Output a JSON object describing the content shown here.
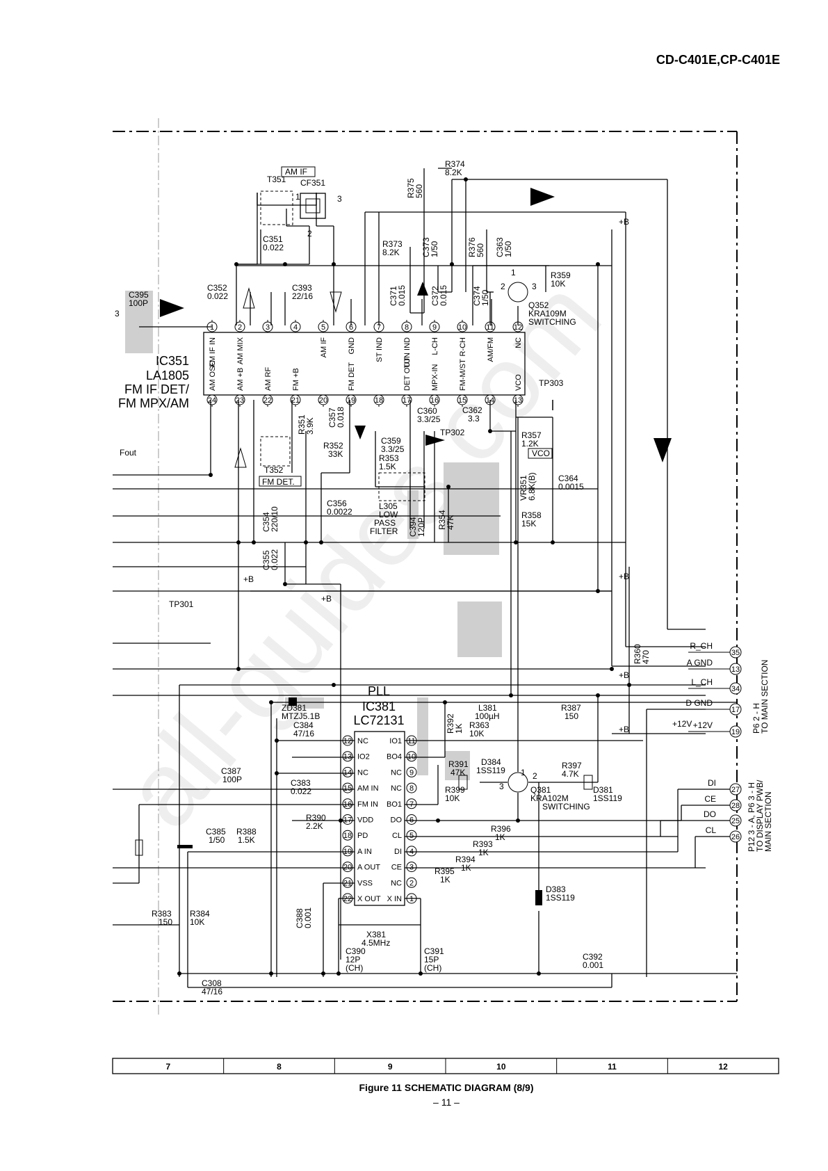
{
  "header": {
    "model": "CD-C401E,CP-C401E"
  },
  "ic351": {
    "ref": "IC351",
    "part": "LA1805",
    "desc1": "FM IF DET/",
    "desc2": "FM MPX/AM",
    "top_pins": [
      {
        "n": "1",
        "label": "FM IF IN"
      },
      {
        "n": "2",
        "label": "AM MIX"
      },
      {
        "n": "3",
        "label": ""
      },
      {
        "n": "4",
        "label": ""
      },
      {
        "n": "5",
        "label": "AM IF"
      },
      {
        "n": "6",
        "label": "GND"
      },
      {
        "n": "7",
        "label": "ST IND"
      },
      {
        "n": "8",
        "label": "TUN IND"
      },
      {
        "n": "9",
        "label": "L-CH"
      },
      {
        "n": "10",
        "label": "R-CH"
      },
      {
        "n": "11",
        "label": "AM/FM"
      },
      {
        "n": "12",
        "label": "NC"
      }
    ],
    "bottom_pins": [
      {
        "n": "24",
        "label": "AM OSC"
      },
      {
        "n": "23",
        "label": "AM +B"
      },
      {
        "n": "22",
        "label": "AM RF"
      },
      {
        "n": "21",
        "label": "FM +B"
      },
      {
        "n": "20",
        "label": ""
      },
      {
        "n": "19",
        "label": "FM DET"
      },
      {
        "n": "18",
        "label": ""
      },
      {
        "n": "17",
        "label": "DET OUT"
      },
      {
        "n": "16",
        "label": "MPX-IN"
      },
      {
        "n": "15",
        "label": "FM-M/ST"
      },
      {
        "n": "14",
        "label": ""
      },
      {
        "n": "13",
        "label": "VCO"
      }
    ]
  },
  "ic381": {
    "section": "PLL",
    "ref": "IC381",
    "part": "LC72131",
    "left_pins": [
      {
        "n": "12",
        "label": "NC"
      },
      {
        "n": "13",
        "label": "IO2"
      },
      {
        "n": "14",
        "label": "NC"
      },
      {
        "n": "15",
        "label": "AM IN"
      },
      {
        "n": "16",
        "label": "FM IN"
      },
      {
        "n": "17",
        "label": "VDD"
      },
      {
        "n": "18",
        "label": "PD"
      },
      {
        "n": "19",
        "label": "A IN"
      },
      {
        "n": "20",
        "label": "A OUT"
      },
      {
        "n": "21",
        "label": "VSS"
      },
      {
        "n": "22",
        "label": "X OUT"
      }
    ],
    "right_pins": [
      {
        "n": "11",
        "label": "IO1"
      },
      {
        "n": "10",
        "label": "BO4"
      },
      {
        "n": "9",
        "label": "NC"
      },
      {
        "n": "8",
        "label": "NC"
      },
      {
        "n": "7",
        "label": "BO1"
      },
      {
        "n": "6",
        "label": "DO"
      },
      {
        "n": "5",
        "label": "CL"
      },
      {
        "n": "4",
        "label": "DI"
      },
      {
        "n": "3",
        "label": "CE"
      },
      {
        "n": "2",
        "label": "NC"
      },
      {
        "n": "1",
        "label": "X IN"
      }
    ]
  },
  "components": {
    "am_if": "AM IF",
    "t351": "T351",
    "cf351": "CF351",
    "cf_p1": "1",
    "cf_p2": "2",
    "cf_p3": "3",
    "c351": [
      "C351",
      "0.022"
    ],
    "c352": [
      "C352",
      "0.022"
    ],
    "c393": [
      "C393",
      "22/16"
    ],
    "c395": [
      "C395",
      "100P"
    ],
    "p3": "3",
    "r375": [
      "R375",
      "560"
    ],
    "r374": [
      "R374",
      "8.2K"
    ],
    "r373": [
      "R373",
      "8.2K"
    ],
    "c373": [
      "C373",
      "1/50"
    ],
    "r376": [
      "R376",
      "560"
    ],
    "c363": [
      "C363",
      "1/50"
    ],
    "c371": [
      "C371",
      "0.015"
    ],
    "c372": [
      "C372",
      "0.015"
    ],
    "c374": [
      "C374",
      "1/50"
    ],
    "r359": [
      "R359",
      "10K"
    ],
    "q352": [
      "Q352",
      "KRA109M",
      "SWITCHING"
    ],
    "q_p1": "1",
    "q_p2": "2",
    "q_p3": "3",
    "tp303": "TP303",
    "tp302": "TP302",
    "tp301": "TP301",
    "r351": [
      "R351",
      "3.9K"
    ],
    "c357": [
      "C357",
      "0.018"
    ],
    "r352": [
      "R352",
      "33K"
    ],
    "c360": [
      "C360",
      "3.3/25"
    ],
    "c362": [
      "C362",
      "3.3"
    ],
    "c359": [
      "C359",
      "3.3/25"
    ],
    "r353": [
      "R353",
      "1.5K"
    ],
    "r357": [
      "R357",
      "1.2K"
    ],
    "vco": "VCO",
    "vr351": [
      "VR351",
      "6.8K(B)"
    ],
    "c364": [
      "C364",
      "0.0015"
    ],
    "t352": "T352",
    "fmdet": "FM DET.",
    "fout": "Fout",
    "c356": [
      "C356",
      "0.0022"
    ],
    "c354": [
      "C354",
      "220/10"
    ],
    "c355": [
      "C355",
      "0.022"
    ],
    "l305": [
      "L305",
      "LOW",
      "PASS",
      "FILTER"
    ],
    "c394": [
      "C394",
      "120P"
    ],
    "r354": [
      "R354",
      "47K"
    ],
    "r358": [
      "R358",
      "15K"
    ],
    "r360": [
      "R360",
      "470"
    ],
    "zd381": [
      "ZD381",
      "MTZJ5.1B"
    ],
    "c384": [
      "C384",
      "47/16"
    ],
    "r392": [
      "R392",
      "1K"
    ],
    "l381": [
      "L381",
      "100µH"
    ],
    "r363": [
      "R363",
      "10K"
    ],
    "r387": [
      "R387",
      "150"
    ],
    "r391": [
      "R391",
      "47K"
    ],
    "d384": [
      "D384",
      "1SS119"
    ],
    "r397": [
      "R397",
      "4.7K"
    ],
    "q381": [
      "Q381",
      "KRA102M",
      "SWITCHING"
    ],
    "q381_p1": "1",
    "q381_p2": "2",
    "q381_p3": "3",
    "d381": [
      "D381",
      "1SS119"
    ],
    "r399": [
      "R399",
      "10K"
    ],
    "c387": [
      "C387",
      "100P"
    ],
    "c383": [
      "C383",
      "0.022"
    ],
    "r390": [
      "R390",
      "2.2K"
    ],
    "c385": [
      "C385",
      "1/50"
    ],
    "r388": [
      "R388",
      "1.5K"
    ],
    "r396": [
      "R396",
      "1K"
    ],
    "r393": [
      "R393",
      "1K"
    ],
    "r394": [
      "R394",
      "1K"
    ],
    "r395": [
      "R395",
      "1K"
    ],
    "d383": [
      "D383",
      "1SS119"
    ],
    "r383": [
      "R383",
      "150"
    ],
    "r384": [
      "R384",
      "10K"
    ],
    "c388": [
      "C388",
      "0.001"
    ],
    "x381": [
      "X381",
      "4.5MHz"
    ],
    "c390": [
      "C390",
      "12P",
      "(CH)"
    ],
    "c391": [
      "C391",
      "15P",
      "(CH)"
    ],
    "c392": [
      "C392",
      "0.001"
    ],
    "c308": [
      "C308",
      "47/16"
    ],
    "plus_b": "+B",
    "plus_12": "+12V"
  },
  "connectors": {
    "upper": [
      {
        "n": "35",
        "label": "R_CH"
      },
      {
        "n": "13",
        "label": "A GND"
      },
      {
        "n": "34",
        "label": "L_CH"
      },
      {
        "n": "17",
        "label": "D GND"
      },
      {
        "n": "19",
        "label": "+12V"
      }
    ],
    "upper_note": [
      "P6 2 - H",
      "TO MAIN SECTION"
    ],
    "lower": [
      {
        "n": "27",
        "label": "DI"
      },
      {
        "n": "28",
        "label": "CE"
      },
      {
        "n": "25",
        "label": "DO"
      },
      {
        "n": "26",
        "label": "CL"
      }
    ],
    "lower_note": [
      "P12 3 - A, P6 3 - H",
      "TO DISPLAY PWB/",
      "MAIN SECTION"
    ]
  },
  "grid": [
    "7",
    "8",
    "9",
    "10",
    "11",
    "12"
  ],
  "footer": {
    "caption": "Figure 11 SCHEMATIC DIAGRAM (8/9)",
    "page": "– 11 –"
  },
  "watermark": "all-guides.com"
}
